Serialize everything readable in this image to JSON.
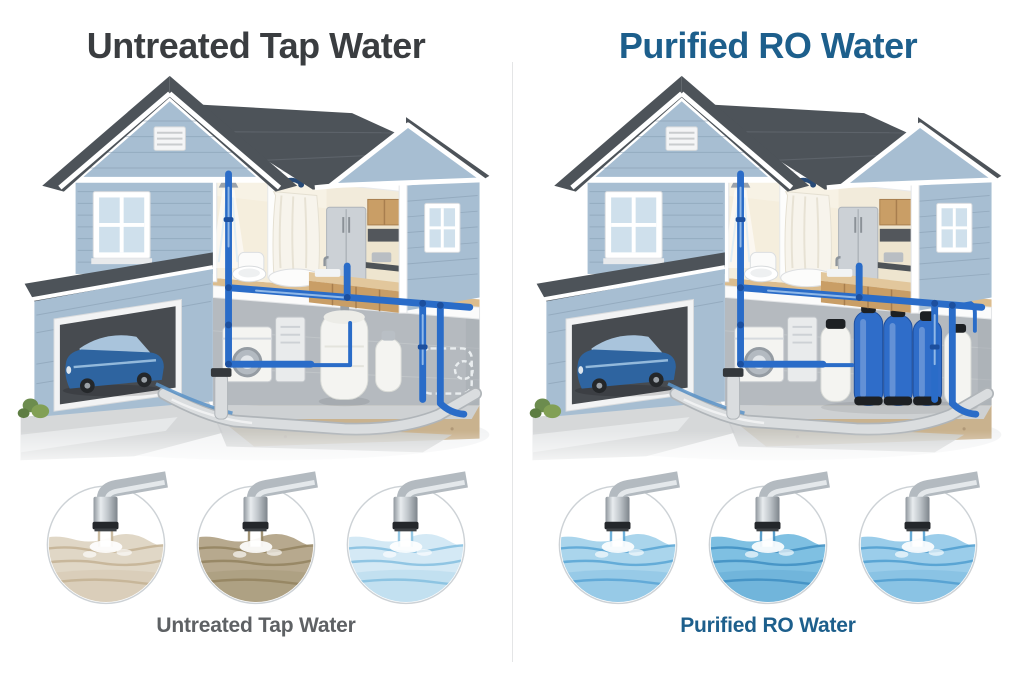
{
  "page": {
    "background": "#ffffff",
    "divider_color": "#e4e5e6"
  },
  "panels": {
    "left": {
      "title": "Untreated Tap Water",
      "title_color": "#3a3d40",
      "caption": "Untreated Tap Water",
      "caption_color": "#5e6164",
      "house_equipment": "water-heater",
      "circles": [
        {
          "name": "faucet-murky-beige-water",
          "water_color": "#e0d7c6",
          "wave_color": "#c3b293"
        },
        {
          "name": "faucet-murky-brown-water",
          "water_color": "#b7a98e",
          "wave_color": "#93835f"
        },
        {
          "name": "faucet-pale-blue-water",
          "water_color": "#d4e9f5",
          "wave_color": "#84bedf"
        }
      ]
    },
    "right": {
      "title": "Purified RO Water",
      "title_color": "#1d5f8c",
      "caption": "Purified RO Water",
      "caption_color": "#1d5f8c",
      "house_equipment": "ro-filter-system",
      "circles": [
        {
          "name": "faucet-clear-blue-water",
          "water_color": "#aad5ec",
          "wave_color": "#58a5d5"
        },
        {
          "name": "faucet-deep-blue-water",
          "water_color": "#7fc0e2",
          "wave_color": "#3e8ec2"
        },
        {
          "name": "faucet-splash-blue-water",
          "water_color": "#9bcdea",
          "wave_color": "#4f9ed0"
        }
      ]
    }
  },
  "palette": {
    "roof": "#4d5359",
    "roof-hi": "#666c73",
    "siding": "#a7bed2",
    "siding-line": "#869cb1",
    "trim": "#ffffff",
    "interior": "#f5eedd",
    "wood": "#c99e66",
    "wood-dark": "#a87e4e",
    "floor-tan": "#dcbd8e",
    "slab": "#fbfbfb",
    "basement-wall": "#b5babf",
    "basement-floor": "#ced1d3",
    "soil": "#c9b28e",
    "driveway": "#d6d8d9",
    "driveway-hi": "#e6e8e9",
    "pipe-blue": "#2a6cc8",
    "pipe-blue-dark": "#1c4f9e",
    "pvc": "#dadddf",
    "pvc-dark": "#b0b5b9",
    "car": "#2e64a0",
    "grass": "#6c8c4e",
    "tank-blue": "#2f6dc9",
    "tank-blue-dark": "#1e4f9e",
    "tank-white": "#f4f4f1",
    "cap-black": "#1d2023",
    "window-glass": "#cfe0ec",
    "appliance": "#e9ebec"
  }
}
